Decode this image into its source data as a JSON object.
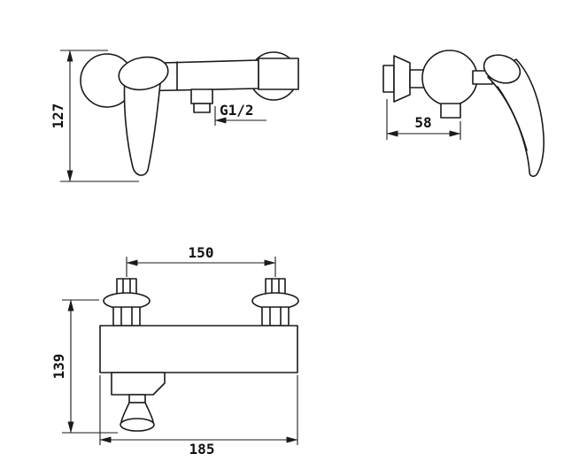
{
  "colors": {
    "background": "#ffffff",
    "line": "#1a1a1a"
  },
  "views": {
    "front_top": {
      "dims": {
        "height": "127",
        "outlet_thread": "G1/2"
      }
    },
    "side": {
      "dims": {
        "depth": "58"
      }
    },
    "front_bottom": {
      "dims": {
        "hole_spacing": "150",
        "height": "139",
        "width": "185"
      }
    }
  }
}
